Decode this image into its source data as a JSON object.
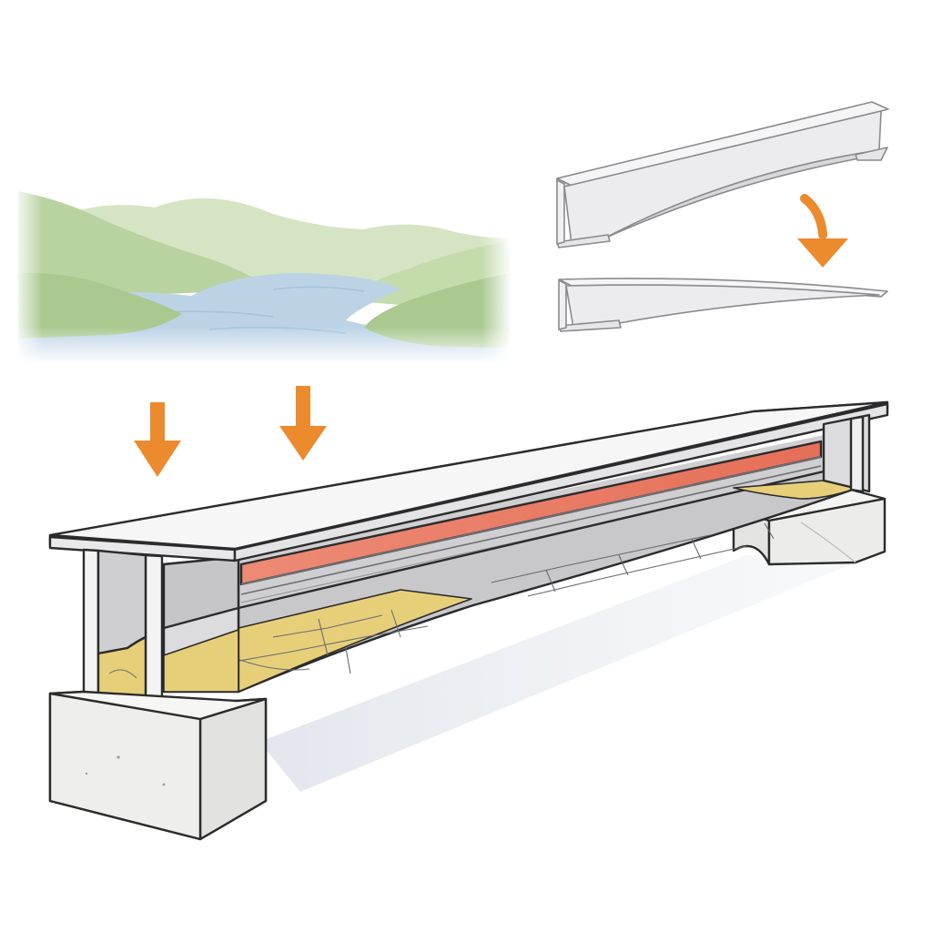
{
  "colors": {
    "background": "#ffffff",
    "outline": "#2b2b2b",
    "beam_light": "#f3f3f3",
    "beam_face": "#e4e4e6",
    "beam_inner": "#c9c9cc",
    "concrete": "#e9e9e7",
    "tendon_red": "#e9806a",
    "infill_yellow": "#e7cf7a",
    "arrow_orange": "#ec8a2e",
    "hills_green": "#b9d3a0",
    "water_blue": "#bcd3e6"
  },
  "icons": {
    "load_arrow": "arrow-down-icon",
    "deflection_arrow": "arrow-down-icon"
  },
  "scene": {
    "landscape": "hills-and-river-vignette",
    "small_beams": [
      "straight-i-beam",
      "deflected-i-beam"
    ],
    "main_beam": "cutaway-box-girder-on-concrete-supports"
  }
}
